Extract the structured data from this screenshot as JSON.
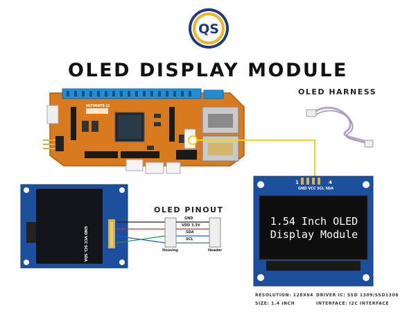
{
  "logo": {
    "letters": "QS",
    "icon": "brand-logo"
  },
  "title": "OLED DISPLAY MODULE",
  "harness": {
    "label": "OLED HARNESS"
  },
  "pinout": {
    "label": "OLED PINOUT",
    "pins": [
      "GND",
      "VDD 3.3V",
      "SDA",
      "SCL"
    ],
    "housing_label": "Housing",
    "header_label": "Header"
  },
  "board": {
    "name": "ULTIMATE-J2"
  },
  "display_header": {
    "pin1": "1",
    "pin4": "4",
    "pins_text": "GND VCC SCL SDA"
  },
  "back_display_pins": "GND VCC SCL SDA",
  "screen_text": {
    "line1": "1.54 Inch OLED",
    "line2": "Display Module"
  },
  "specs": {
    "resolution": "RESOLUTION: 128X64",
    "size": "SIZE: 1.4 INCH",
    "driver": "DRIVER IC: SSD 1309/SSD1306",
    "interface": "INTERFACE: I2C INTERFACE"
  },
  "colors": {
    "gnd": "#222222",
    "vdd": "#d62828",
    "sda": "#1f5bd8",
    "scl": "#2f8f4f",
    "harness_line": "#f2d21b",
    "pcb_blue": "#1c4f9c",
    "board_orange": "#d97a1e"
  }
}
